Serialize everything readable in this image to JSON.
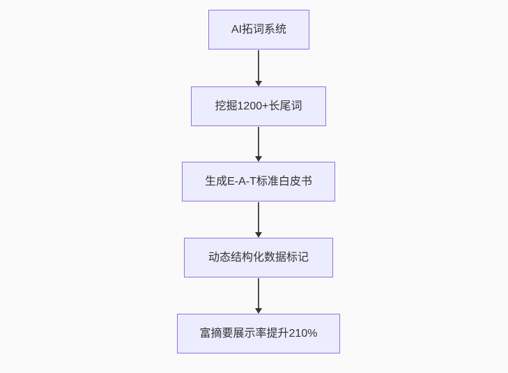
{
  "diagram": {
    "type": "flowchart-vertical",
    "background_color": "#fafafa",
    "node_fill_color": "#ececff",
    "node_border_color": "#9370db",
    "node_text_color": "#333333",
    "arrow_color": "#333333",
    "nodes": [
      {
        "id": "n0",
        "label": "AI拓词系统"
      },
      {
        "id": "n1",
        "label": "挖掘1200+长尾词"
      },
      {
        "id": "n2",
        "label": "生成E-A-T标准白皮书"
      },
      {
        "id": "n3",
        "label": "动态结构化数据标记"
      },
      {
        "id": "n4",
        "label": "富摘要展示率提升210%"
      }
    ],
    "edges": [
      {
        "from": "n0",
        "to": "n1"
      },
      {
        "from": "n1",
        "to": "n2"
      },
      {
        "from": "n2",
        "to": "n3"
      },
      {
        "from": "n3",
        "to": "n4"
      }
    ]
  }
}
